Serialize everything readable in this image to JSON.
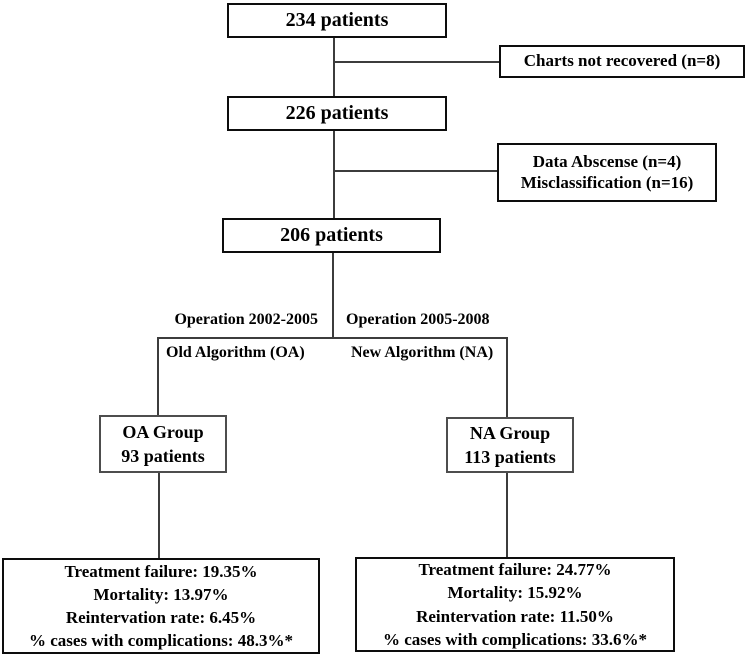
{
  "flowchart": {
    "boxes": {
      "patients_234": "234 patients",
      "charts_not_recovered": "Charts not recovered (n=8)",
      "patients_226": "226 patients",
      "exclusions": [
        "Data Abscense (n=4)",
        "Misclassification (n=16)"
      ],
      "patients_206": "206 patients",
      "oa_group": [
        "OA Group",
        "93 patients"
      ],
      "na_group": [
        "NA Group",
        "113 patients"
      ],
      "oa_outcomes": [
        "Treatment failure: 19.35%",
        "Mortality: 13.97%",
        "Reintervation rate: 6.45%",
        "% cases with complications: 48.3%*"
      ],
      "na_outcomes": [
        "Treatment failure: 24.77%",
        "Mortality: 15.92%",
        "Reintervation rate: 11.50%",
        "% cases with complications: 33.6%*"
      ]
    },
    "branch_labels": {
      "left_period": "Operation 2002-2005",
      "right_period": "Operation 2005-2008",
      "left_algorithm": "Old Algorithm (OA)",
      "right_algorithm": "New Algorithm (NA)"
    }
  },
  "colors": {
    "background": "#ffffff",
    "text": "#000000",
    "box_border": "#0d0d0d",
    "group_border": "#4d4d4d",
    "line": "#3c3c3c"
  }
}
